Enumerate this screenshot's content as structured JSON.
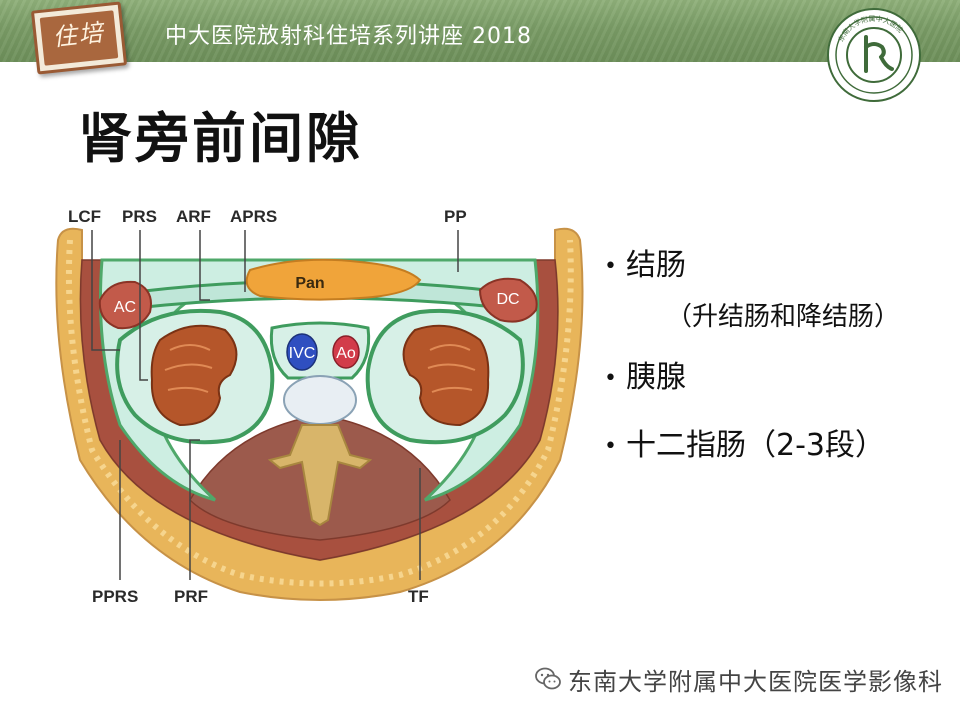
{
  "header": {
    "badge_text": "住培",
    "series_title": "中大医院放射科住培系列讲座 2018",
    "logo_text": "东南大学附属中大医院"
  },
  "slide": {
    "title": "肾旁前间隙"
  },
  "diagram": {
    "labels": [
      "LCF",
      "PRS",
      "ARF",
      "APRS",
      "PP",
      "PPRS",
      "PRF",
      "TF"
    ],
    "organ_labels": {
      "pancreas": "Pan",
      "ascending_colon": "AC",
      "descending_colon": "DC",
      "ivc": "IVC",
      "aorta": "Ao"
    }
  },
  "bullets": {
    "items": [
      {
        "text": "结肠",
        "sub": "（升结肠和降结肠）"
      },
      {
        "text": "胰腺"
      },
      {
        "text": "十二指肠（2-3段）"
      }
    ]
  },
  "footer": {
    "text": "东南大学附属中大医院医学影像科"
  },
  "colors": {
    "banner": "#7a9c66",
    "fascia": "#4fa86a",
    "space_fill": "#bfe6d8",
    "muscle": "#9c5a4c",
    "kidney": "#b5562a",
    "bone": "#d8b56a"
  }
}
